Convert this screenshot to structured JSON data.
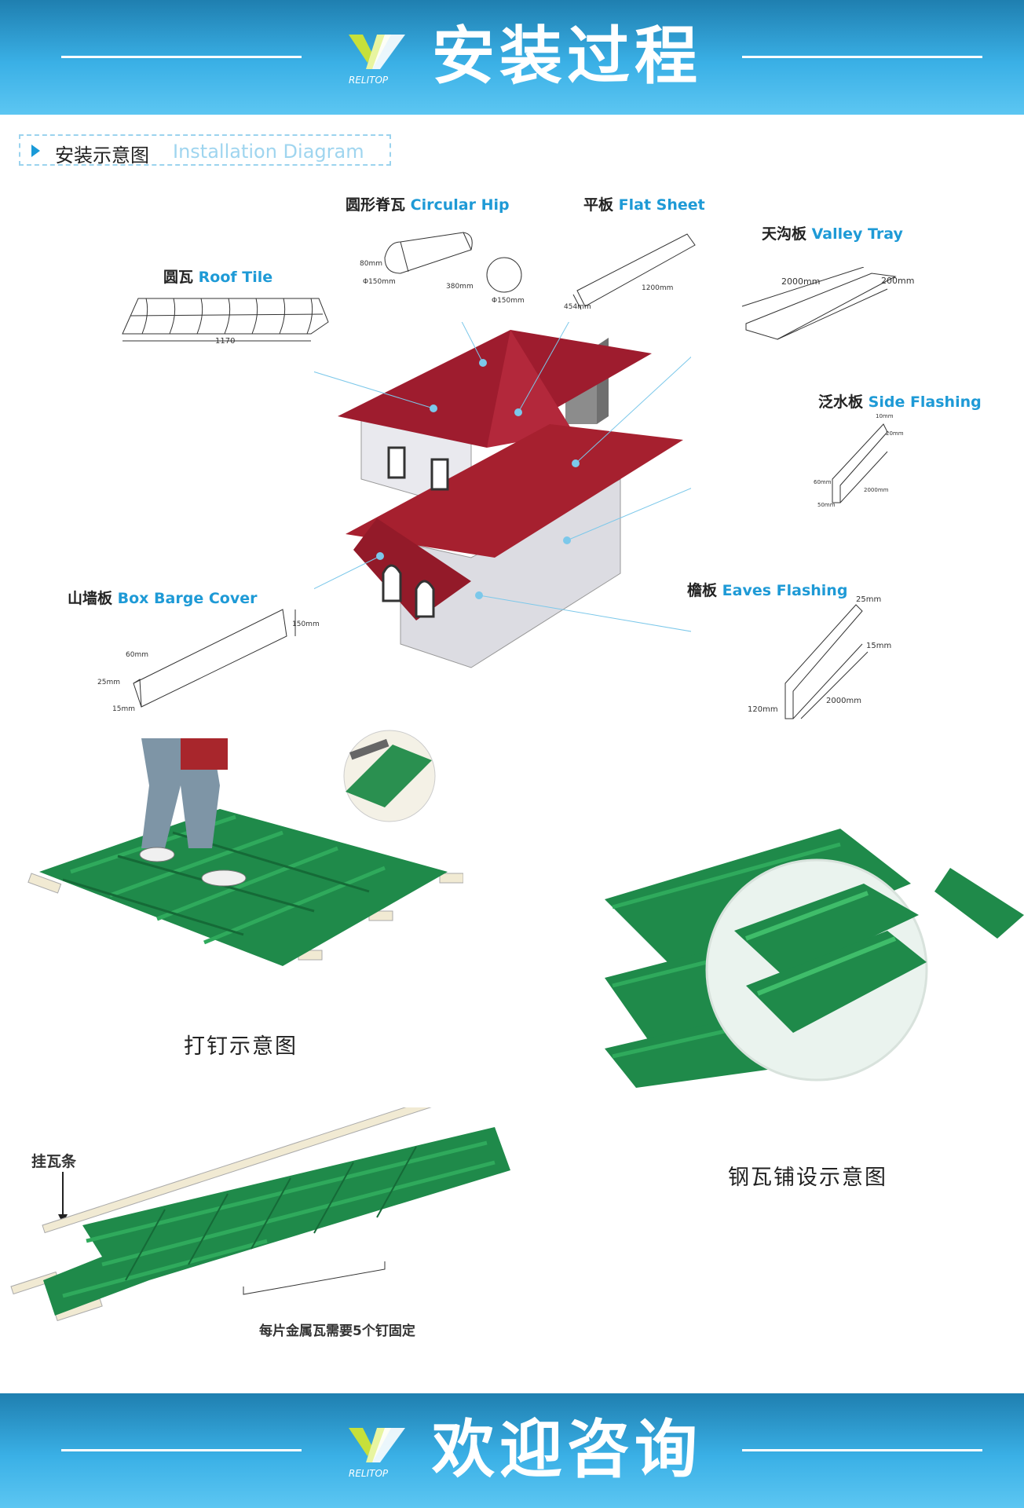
{
  "header": {
    "title": "安装过程",
    "logo_text": "RELITOP"
  },
  "section": {
    "title_zh": "安装示意图",
    "title_en": "Installation Diagram"
  },
  "parts": [
    {
      "zh": "圆形脊瓦",
      "en": "Circular Hip",
      "dims": [
        "80mm",
        "Φ150mm",
        "380mm",
        "Φ150mm"
      ]
    },
    {
      "zh": "平板",
      "en": "Flat Sheet",
      "dims": [
        "454mm",
        "1200mm"
      ]
    },
    {
      "zh": "天沟板",
      "en": "Valley Tray",
      "dims": [
        "2000mm",
        "200mm"
      ]
    },
    {
      "zh": "圆瓦",
      "en": "Roof Tile",
      "dims": [
        "1170"
      ]
    },
    {
      "zh": "泛水板",
      "en": "Side Flashing",
      "dims": [
        "10mm",
        "20mm",
        "60mm",
        "50mm",
        "2000mm"
      ]
    },
    {
      "zh": "山墙板",
      "en": "Box Barge Cover",
      "dims": [
        "60mm",
        "25mm",
        "15mm",
        "150mm"
      ]
    },
    {
      "zh": "檐板",
      "en": "Eaves Flashing",
      "dims": [
        "25mm",
        "15mm",
        "120mm",
        "2000mm"
      ]
    }
  ],
  "captions": {
    "nailing": "打钉示意图",
    "laying": "钢瓦铺设示意图",
    "batten": "挂瓦条",
    "nails_note": "每片金属瓦需要5个钉固定"
  },
  "footer": {
    "title": "欢迎咨询",
    "logo_text": "RELITOP"
  },
  "colors": {
    "banner": "#3ab0e6",
    "accent": "#1e9ad6",
    "roof": "#9e1c2e",
    "tile": "#1f8a4a"
  }
}
